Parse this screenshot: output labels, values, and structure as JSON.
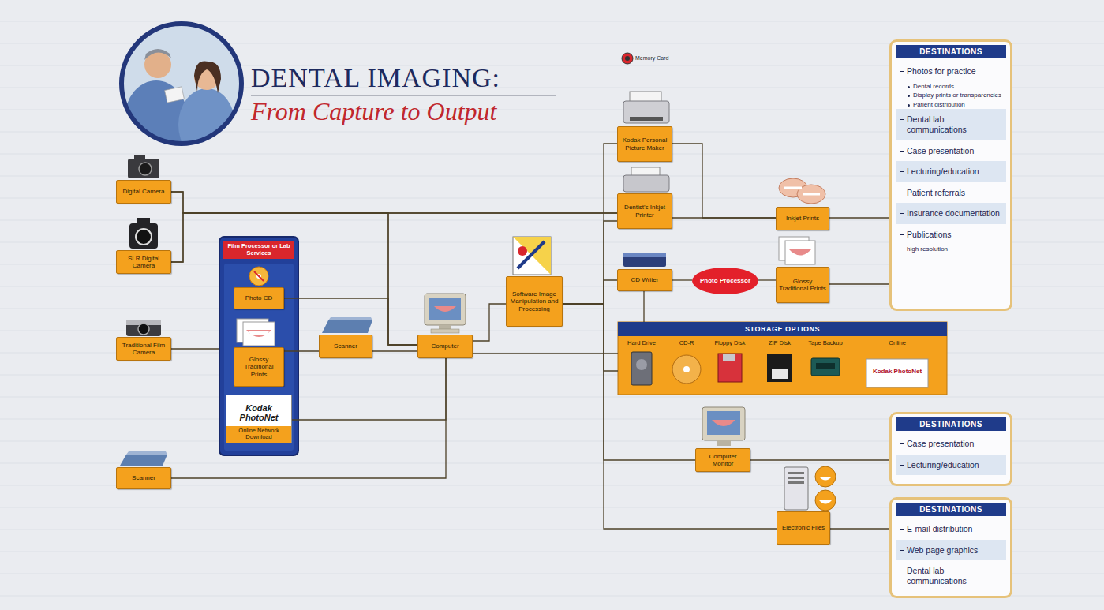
{
  "diagram": {
    "title": "DENTAL IMAGING:",
    "nodes": [
      {
        "text": [
          "Digital Camera"
        ]
      },
      {
        "text": [
          "SLR Digital Camera"
        ]
      },
      {
        "text": [
          "Traditional Film Camera"
        ]
      },
      {
        "text": [
          "Scanner"
        ]
      },
      {
        "text": [
          "Film Processor or Lab Services"
        ]
      },
      {
        "text": [
          "Photo CD"
        ],
        "in": 4
      },
      {
        "text": [
          "Glossy Traditional Prints"
        ],
        "in": 4
      },
      {
        "text": [
          "Kodak PhotoNet",
          "Online Network Download"
        ],
        "in": 4
      },
      {
        "text": [
          "Scanner"
        ]
      },
      {
        "text": [
          "Computer"
        ]
      },
      {
        "text": [
          "Software Image Manipulation and Processing"
        ]
      },
      {
        "text": [
          "Kodak Personal Picture Maker"
        ]
      },
      {
        "text": [
          "Dentist's Inkjet Printer"
        ]
      },
      {
        "text": [
          "CD Writer"
        ]
      },
      {
        "text": [
          "Photo Processor"
        ]
      },
      {
        "text": [
          "Inkjet Prints"
        ]
      },
      {
        "text": [
          "Glossy Traditional Prints"
        ]
      },
      {
        "text": [
          "STORAGE OPTIONS"
        ]
      },
      {
        "text": [
          "Computer Monitor"
        ]
      },
      {
        "text": [
          "Electronic Files"
        ]
      },
      {
        "text": [
          "DESTINATIONS",
          "Photos for practice",
          "Dental records",
          "Display prints or transparencies",
          "Patient distribution",
          "Dental lab communications",
          "Case presentation",
          "Lecturing/education",
          "Patient referrals",
          "Insurance documentation",
          "Publications",
          "high resolution"
        ]
      },
      {
        "text": [
          "DESTINATIONS",
          "Case presentation",
          "Lecturing/education"
        ]
      },
      {
        "text": [
          "DESTINATIONS",
          "E-mail distribution",
          "Web page graphics",
          "Dental lab communications"
        ]
      }
    ],
    "edges": [
      {
        "from": 0,
        "to": 9,
        "arrow": "none"
      },
      {
        "from": 1,
        "to": 9,
        "arrow": "none"
      },
      {
        "from": 0,
        "to": 12,
        "arrow": "none"
      },
      {
        "from": 1,
        "to": 12,
        "arrow": "none"
      },
      {
        "from": 2,
        "to": 4,
        "arrow": "none"
      },
      {
        "from": 5,
        "to": 9,
        "arrow": "none"
      },
      {
        "from": 6,
        "to": 8,
        "arrow": "none"
      },
      {
        "from": 8,
        "to": 9,
        "arrow": "none"
      },
      {
        "from": 7,
        "to": 9,
        "arrow": "none"
      },
      {
        "from": 3,
        "to": 9,
        "arrow": "none"
      },
      {
        "from": 9,
        "to": 10,
        "arrow": "none"
      },
      {
        "from": 9,
        "to": 17,
        "arrow": "none"
      },
      {
        "from": 10,
        "to": 11,
        "arrow": "none"
      },
      {
        "from": 10,
        "to": 12,
        "arrow": "none"
      },
      {
        "from": 10,
        "to": 13,
        "arrow": "none"
      },
      {
        "from": 10,
        "to": 17,
        "arrow": "none"
      },
      {
        "from": 10,
        "to": 18,
        "arrow": "none"
      },
      {
        "from": 10,
        "to": 19,
        "arrow": "none"
      },
      {
        "from": 11,
        "to": 15,
        "arrow": "none"
      },
      {
        "from": 12,
        "to": 15,
        "arrow": "none"
      },
      {
        "from": 13,
        "to": 14,
        "arrow": "none"
      },
      {
        "from": 14,
        "to": 16,
        "arrow": "none"
      },
      {
        "from": 13,
        "to": 17,
        "arrow": "none"
      },
      {
        "from": 15,
        "to": 20,
        "arrow": "none"
      },
      {
        "from": 16,
        "to": 20,
        "arrow": "none"
      },
      {
        "from": 18,
        "to": 21,
        "arrow": "none"
      },
      {
        "from": 19,
        "to": 22,
        "arrow": "none"
      }
    ],
    "labels": [
      "From Capture to Output",
      "Memory Card",
      "Hard Drive",
      "CD-R",
      "Floppy Disk",
      "ZIP Disk",
      "Tape Backup",
      "Online",
      "Kodak PhotoNet"
    ]
  }
}
